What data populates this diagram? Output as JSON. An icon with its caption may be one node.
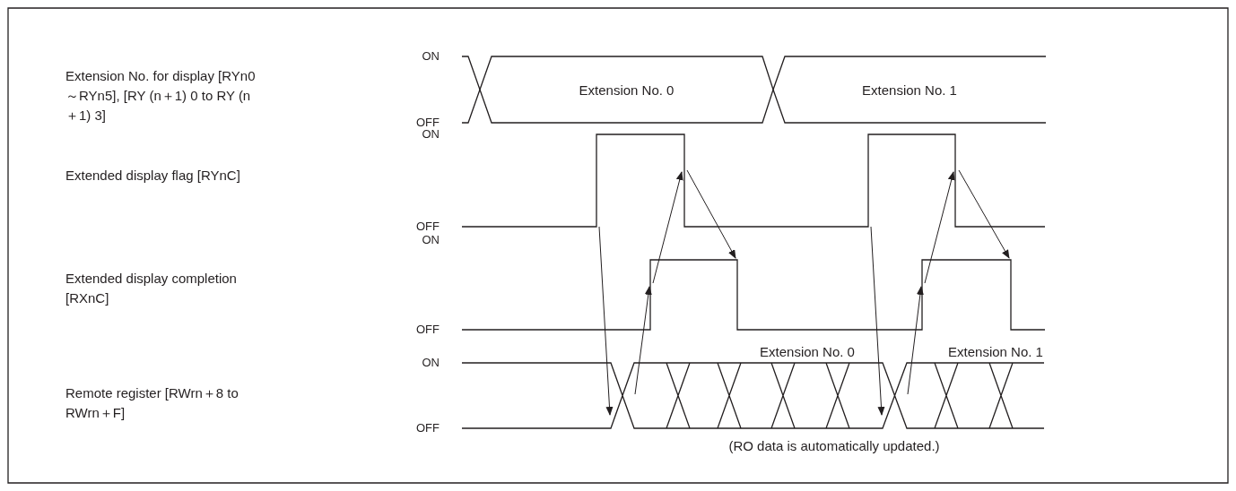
{
  "diagram": {
    "nodes": [
      {
        "text": [
          "Extension No. 0"
        ]
      },
      {
        "text": [
          "Extension No. 1"
        ]
      }
    ],
    "labels": [
      "Extension No. for display [RYn0～RYn5], [RY (n＋1) 0 to RY (n＋1) 3]",
      "ON",
      "OFF",
      "Extended display flag [RYnC]",
      "ON",
      "OFF",
      "Extended display completion [RXnC]",
      "ON",
      "OFF",
      "Extension No. 0",
      "Extension No. 1",
      "Remote register [RWrn＋8 to RWrn＋F]",
      "ON",
      "OFF",
      "(RO data is automatically updated.)"
    ]
  }
}
